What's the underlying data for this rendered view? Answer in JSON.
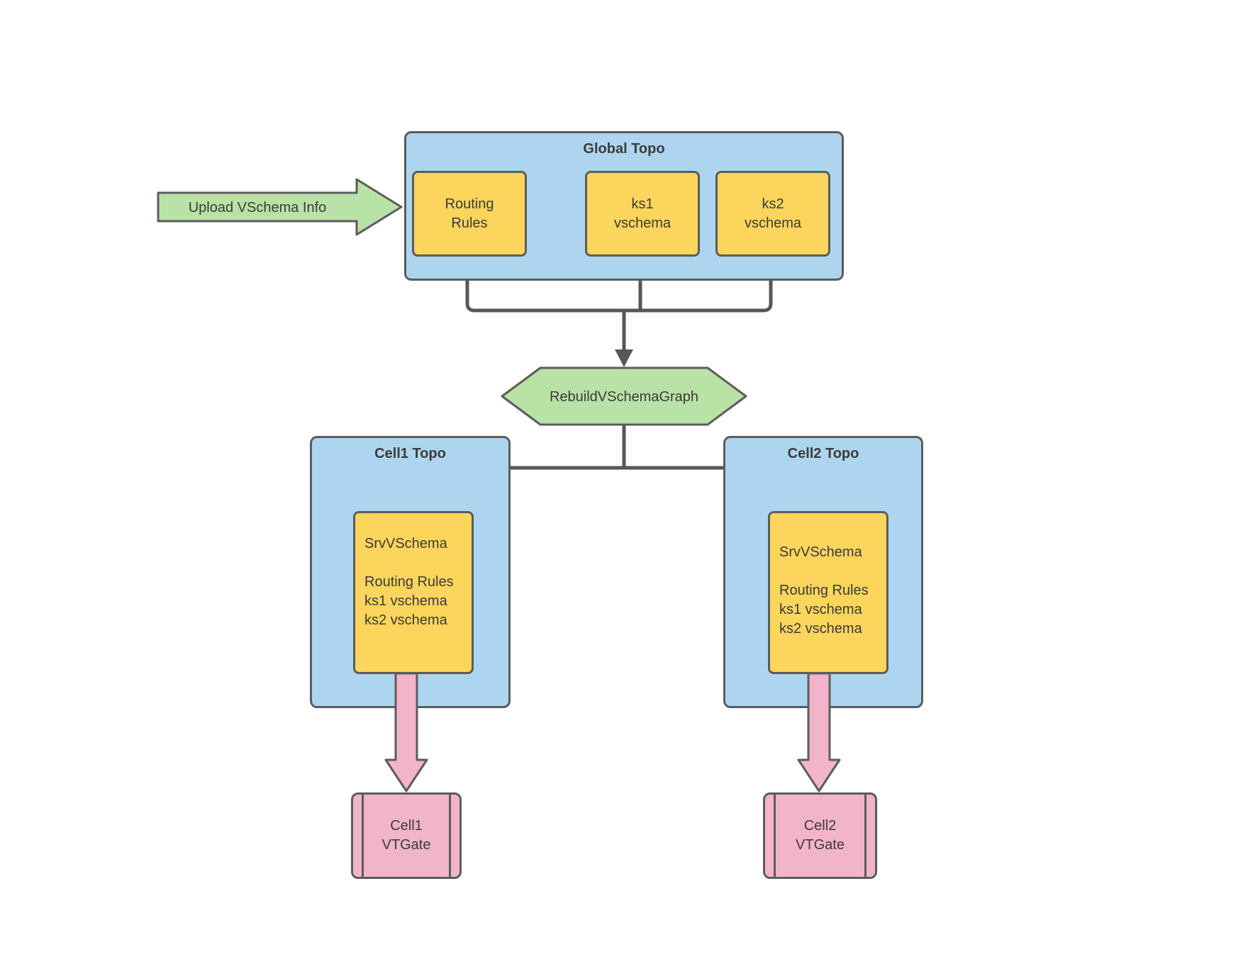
{
  "colors": {
    "canvas-bg": "#ffffff",
    "container-blue": "#aed5ef",
    "box-yellow": "#fbd55c",
    "shape-green": "#b9e2a6",
    "shape-pink": "#f2b4c8",
    "stroke-gray": "#5c5c5c",
    "connector-gray": "#575757",
    "text-dark": "#3b3b3b"
  },
  "upload_arrow": {
    "label": "Upload VSchema Info"
  },
  "global_topo": {
    "title": "Global Topo",
    "boxes": [
      {
        "label": "Routing\nRules"
      },
      {
        "label": "ks1\nvschema"
      },
      {
        "label": "ks2\nvschema"
      }
    ]
  },
  "rebuild": {
    "label": "RebuildVSchemaGraph"
  },
  "cell1": {
    "title": "Cell1 Topo",
    "srv_vschema": "SrvVSchema\n\nRouting Rules\nks1 vschema\nks2 vschema",
    "vtgate": "Cell1\nVTGate"
  },
  "cell2": {
    "title": "Cell2 Topo",
    "srv_vschema": "SrvVSchema\n\nRouting Rules\nks1 vschema\nks2 vschema",
    "vtgate": "Cell2\nVTGate"
  }
}
